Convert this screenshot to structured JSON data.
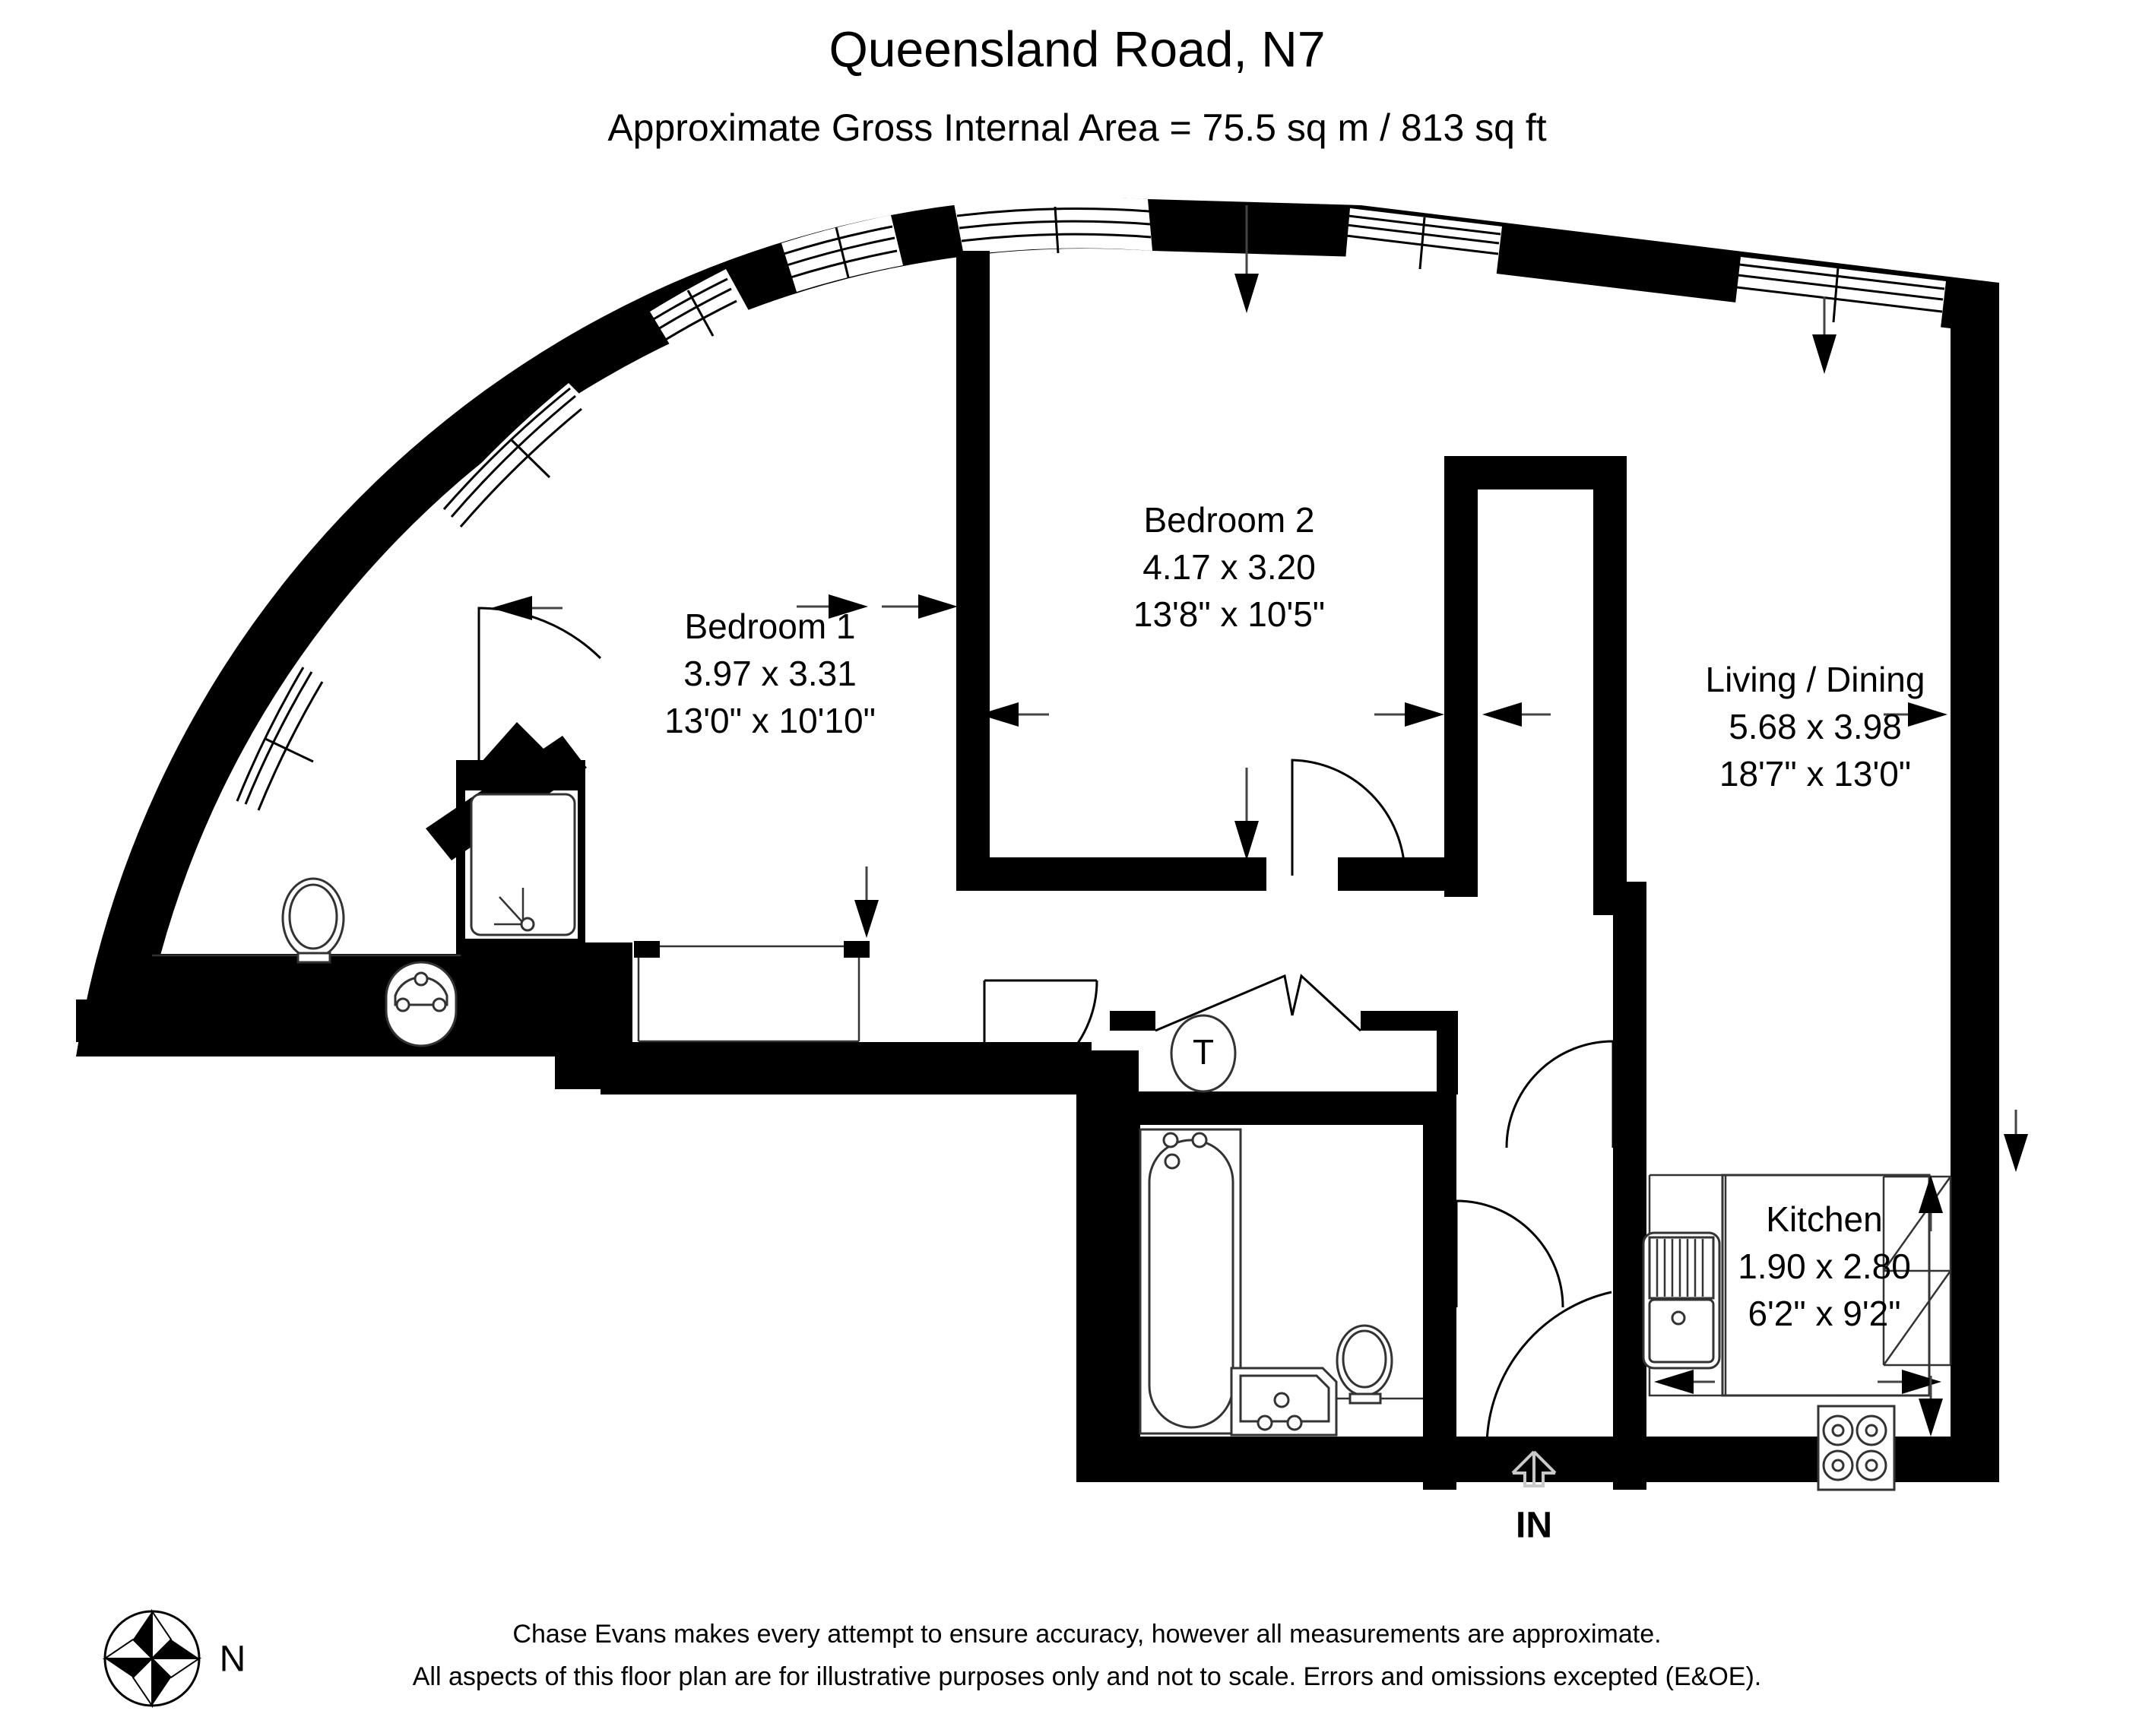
{
  "header": {
    "title": "Queensland Road, N7",
    "subtitle": "Approximate Gross Internal Area = 75.5 sq m / 813 sq ft"
  },
  "rooms": [
    {
      "name": "Bedroom 1",
      "metric": "3.97 x 3.31",
      "imperial": "13'0\" x 10'10\""
    },
    {
      "name": "Bedroom 2",
      "metric": "4.17 x 3.20",
      "imperial": "13'8\" x 10'5\""
    },
    {
      "name": "Living / Dining",
      "metric": "5.68 x 3.98",
      "imperial": "18'7\" x 13'0\""
    },
    {
      "name": "Kitchen",
      "metric": "1.90 x 2.80",
      "imperial": "6'2\" x 9'2\""
    }
  ],
  "markers": {
    "entrance_label": "IN",
    "tank_label": "T",
    "compass_label": "N"
  },
  "footer": {
    "line1": "Chase Evans makes every attempt to ensure accuracy, however all measurements are approximate.",
    "line2": "All aspects of this floor plan are for illustrative purposes only and not to scale. Errors and omissions excepted (E&OE)."
  },
  "colors": {
    "wall": "#000000",
    "background": "#ffffff",
    "fixture_stroke": "#333333",
    "in_arrow": "#c9c9c9"
  }
}
